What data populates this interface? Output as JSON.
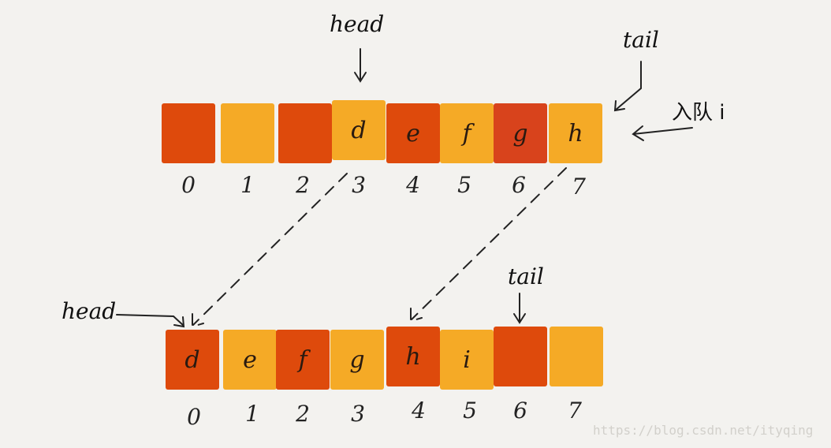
{
  "colors": {
    "red": "#de4a0c",
    "yellow": "#f5aa26",
    "background": "#f3f2ef"
  },
  "top_array": {
    "cells": [
      "",
      "",
      "",
      "d",
      "e",
      "f",
      "g",
      "h"
    ],
    "indices": [
      "0",
      "1",
      "2",
      "3",
      "4",
      "5",
      "6",
      "7"
    ],
    "head_label": "head",
    "tail_label": "tail",
    "enqueue_label": "入队 i"
  },
  "bottom_array": {
    "cells": [
      "d",
      "e",
      "f",
      "g",
      "h",
      "i",
      "",
      ""
    ],
    "indices": [
      "0",
      "1",
      "2",
      "3",
      "4",
      "5",
      "6",
      "7"
    ],
    "head_label": "head",
    "tail_label": "tail"
  },
  "watermark": "https://blog.csdn.net/ityqing"
}
